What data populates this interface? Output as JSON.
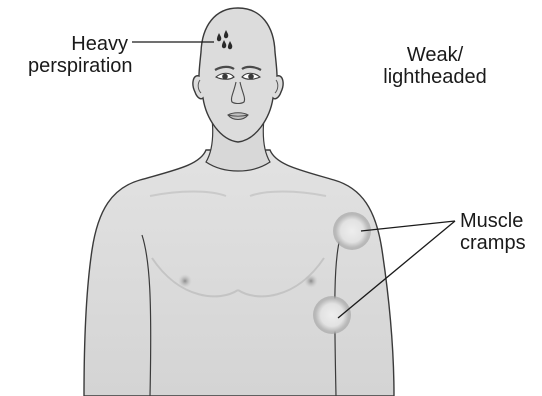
{
  "labels": {
    "heavy_line1": "Heavy",
    "heavy_line2": "perspiration",
    "weak_line1": "Weak/",
    "weak_line2": "lightheaded",
    "cramps_line1": "Muscle",
    "cramps_line2": "cramps"
  },
  "icons": {
    "sweat": "sweat-drops-icon",
    "cramp": "cramp-highlight-icon"
  },
  "colors": {
    "skin": "#dcdcdc",
    "skin_shadow": "#bdbdbd",
    "outline": "#3a3a3a",
    "cramp_glow": "#a9a9a9",
    "text": "#1a1a1a"
  }
}
